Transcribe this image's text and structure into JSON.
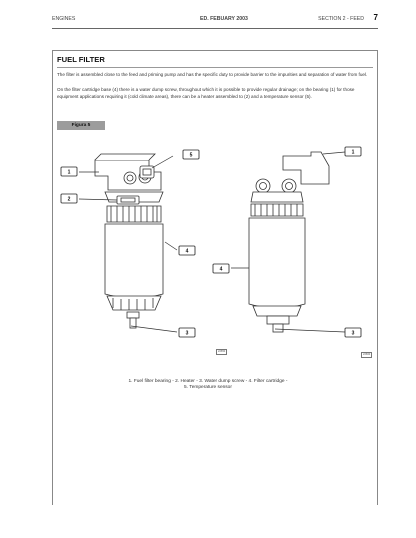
{
  "header": {
    "left": "ENGINES",
    "center": "ED. FEBUARY 2003",
    "right": "SECTION 2 - FEED",
    "page_number": "7"
  },
  "section_title": "FUEL FILTER",
  "paragraphs": [
    "The filter is assembled close to the feed and priming pump and has the specific duty to provide barrier to the impurities and separation of water from fuel.",
    "On the filter cartridge base (4) there is a water dump screw, throughout which it is possible to provide regular drainage; on the bearing (1) for those equipment applications requiring it (cold climate areas), there can be a heater assembled to (2) and a temperature sensor (5)."
  ],
  "figure": {
    "label": "Figura 5",
    "ref_codes": [
      "22650",
      "22660"
    ],
    "callouts_left": [
      "1",
      "2",
      "5",
      "4",
      "3"
    ],
    "callouts_right": [
      "1",
      "4",
      "3"
    ],
    "caption_line1": "1. Fuel filter bearing - 2. Heater - 3. Water dump screw - 4. Filter cartridge -",
    "caption_line2": "5. Temperature sensor"
  }
}
